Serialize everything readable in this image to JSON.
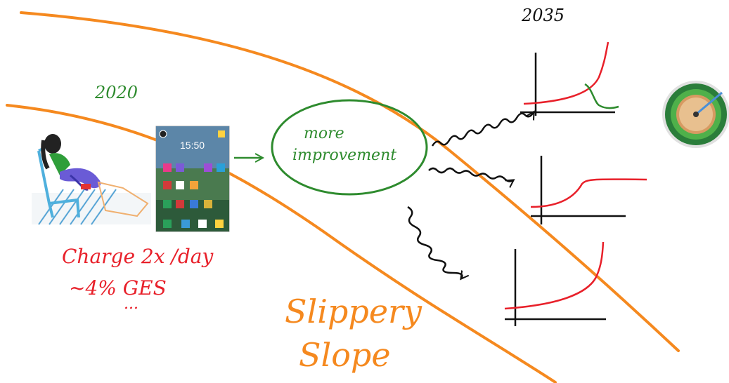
{
  "labels": {
    "year_2020": "2020",
    "year_2035": "2035",
    "bubble_line1": "more",
    "bubble_line2": "improvement",
    "charge": "Charge 2x /day",
    "ges": "~4% GES",
    "dots": "...",
    "slippery": "Slippery",
    "slope": "Slope",
    "phone_time": "15:50"
  },
  "colors": {
    "orange": "#f5891f",
    "green": "#2e8b2e",
    "red": "#e8202a",
    "black": "#111111",
    "phone_bg": "#3a6b8c"
  }
}
